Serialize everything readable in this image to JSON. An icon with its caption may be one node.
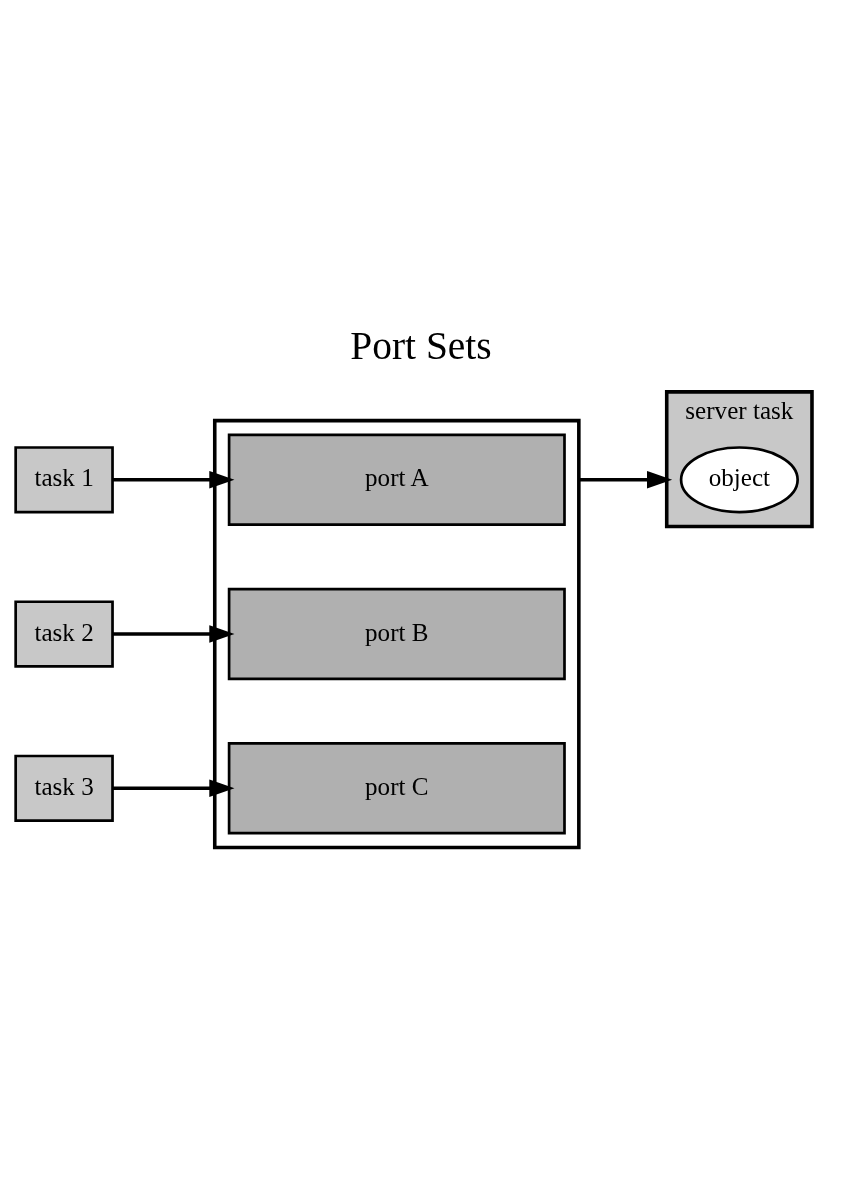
{
  "diagram": {
    "title": "Port Sets",
    "nodes": [
      {
        "text": [
          "task 1"
        ]
      },
      {
        "text": [
          "task 2"
        ]
      },
      {
        "text": [
          "task 3"
        ]
      },
      {
        "text": [],
        "shape": "box"
      },
      {
        "text": [
          "port A"
        ],
        "in": 3
      },
      {
        "text": [
          "port B"
        ],
        "in": 3
      },
      {
        "text": [
          "port C"
        ],
        "in": 3
      },
      {
        "text": [
          "server task"
        ]
      },
      {
        "text": [
          "object"
        ],
        "in": 7
      }
    ],
    "edges": [
      {
        "from": 0,
        "to": 4,
        "arrow": "to"
      },
      {
        "from": 1,
        "to": 5,
        "arrow": "to"
      },
      {
        "from": 2,
        "to": 6,
        "arrow": "to"
      },
      {
        "from": 3,
        "to": 7,
        "arrow": "to"
      }
    ]
  }
}
